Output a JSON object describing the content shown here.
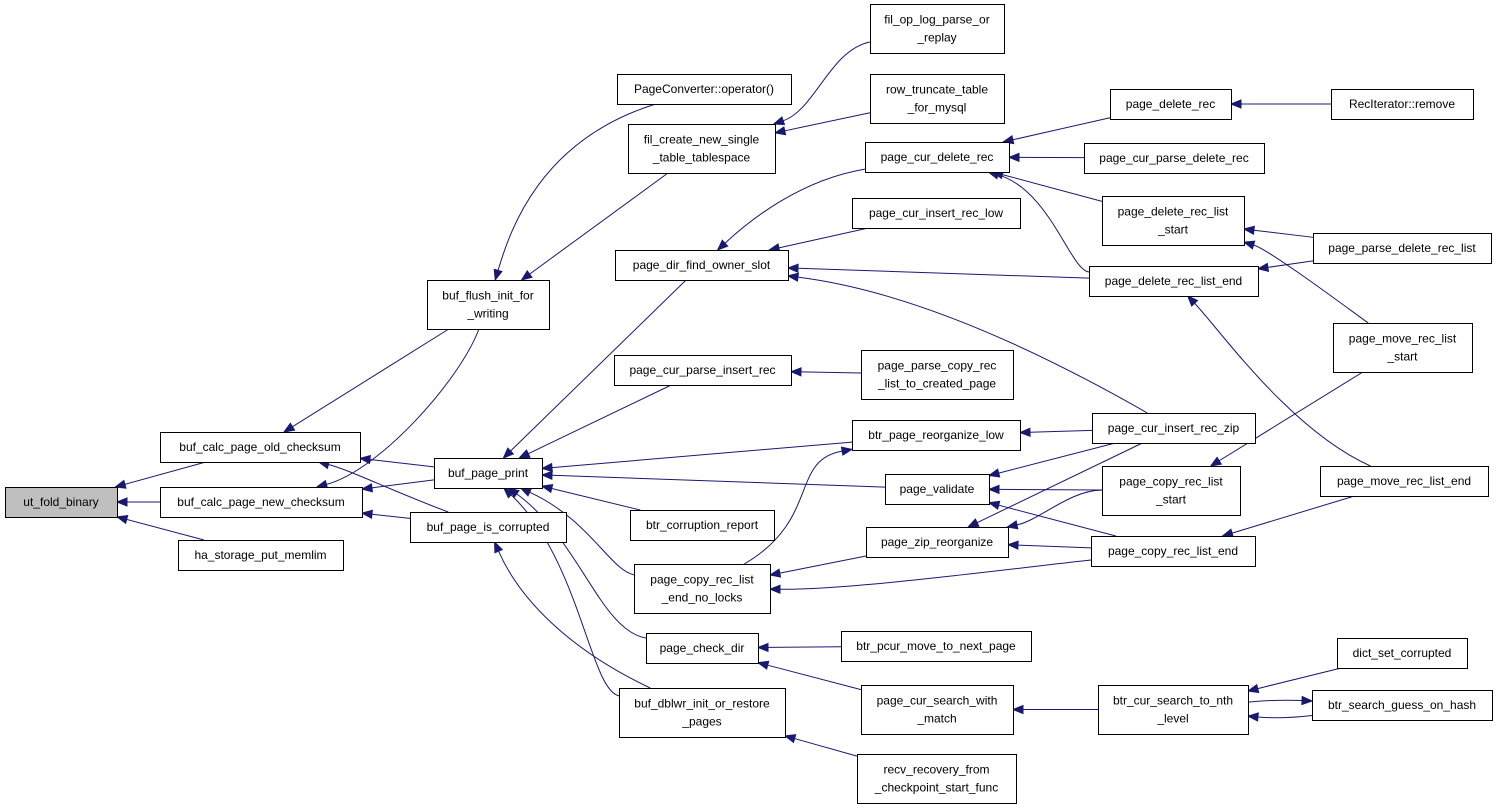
{
  "diagram": {
    "root": "ut_fold_binary",
    "nodes": [
      {
        "id": "ut_fold_binary",
        "lines": [
          "ut_fold_binary"
        ]
      },
      {
        "id": "buf_calc_page_old_checksum",
        "lines": [
          "buf_calc_page_old_checksum"
        ]
      },
      {
        "id": "buf_calc_page_new_checksum",
        "lines": [
          "buf_calc_page_new_checksum"
        ]
      },
      {
        "id": "ha_storage_put_memlim",
        "lines": [
          "ha_storage_put_memlim"
        ]
      },
      {
        "id": "buf_flush_init_for_writing",
        "lines": [
          "buf_flush_init_for",
          "_writing"
        ]
      },
      {
        "id": "buf_page_print",
        "lines": [
          "buf_page_print"
        ]
      },
      {
        "id": "buf_page_is_corrupted",
        "lines": [
          "buf_page_is_corrupted"
        ]
      },
      {
        "id": "PageConverter_operator",
        "lines": [
          "PageConverter::operator()"
        ]
      },
      {
        "id": "fil_create_new_single_table_tablespace",
        "lines": [
          "fil_create_new_single",
          "_table_tablespace"
        ]
      },
      {
        "id": "fil_op_log_parse_or_replay",
        "lines": [
          "fil_op_log_parse_or",
          "_replay"
        ]
      },
      {
        "id": "row_truncate_table_for_mysql",
        "lines": [
          "row_truncate_table",
          "_for_mysql"
        ]
      },
      {
        "id": "page_dir_find_owner_slot",
        "lines": [
          "page_dir_find_owner_slot"
        ]
      },
      {
        "id": "page_cur_parse_insert_rec",
        "lines": [
          "page_cur_parse_insert_rec"
        ]
      },
      {
        "id": "btr_corruption_report",
        "lines": [
          "btr_corruption_report"
        ]
      },
      {
        "id": "page_copy_rec_list_end_no_locks",
        "lines": [
          "page_copy_rec_list",
          "_end_no_locks"
        ]
      },
      {
        "id": "page_check_dir",
        "lines": [
          "page_check_dir"
        ]
      },
      {
        "id": "buf_dblwr_init_or_restore_pages",
        "lines": [
          "buf_dblwr_init_or_restore",
          "_pages"
        ]
      },
      {
        "id": "page_cur_delete_rec",
        "lines": [
          "page_cur_delete_rec"
        ]
      },
      {
        "id": "page_cur_insert_rec_low",
        "lines": [
          "page_cur_insert_rec_low"
        ]
      },
      {
        "id": "page_parse_copy_rec_list_to_created_page",
        "lines": [
          "page_parse_copy_rec",
          "_list_to_created_page"
        ]
      },
      {
        "id": "btr_page_reorganize_low",
        "lines": [
          "btr_page_reorganize_low"
        ]
      },
      {
        "id": "page_validate",
        "lines": [
          "page_validate"
        ]
      },
      {
        "id": "page_zip_reorganize",
        "lines": [
          "page_zip_reorganize"
        ]
      },
      {
        "id": "btr_pcur_move_to_next_page",
        "lines": [
          "btr_pcur_move_to_next_page"
        ]
      },
      {
        "id": "page_cur_search_with_match",
        "lines": [
          "page_cur_search_with",
          "_match"
        ]
      },
      {
        "id": "recv_recovery_from_checkpoint_start_func",
        "lines": [
          "recv_recovery_from",
          "_checkpoint_start_func"
        ]
      },
      {
        "id": "page_delete_rec",
        "lines": [
          "page_delete_rec"
        ]
      },
      {
        "id": "page_cur_parse_delete_rec",
        "lines": [
          "page_cur_parse_delete_rec"
        ]
      },
      {
        "id": "page_delete_rec_list_start",
        "lines": [
          "page_delete_rec_list",
          "_start"
        ]
      },
      {
        "id": "page_delete_rec_list_end",
        "lines": [
          "page_delete_rec_list_end"
        ]
      },
      {
        "id": "page_cur_insert_rec_zip",
        "lines": [
          "page_cur_insert_rec_zip"
        ]
      },
      {
        "id": "page_copy_rec_list_start",
        "lines": [
          "page_copy_rec_list",
          "_start"
        ]
      },
      {
        "id": "page_copy_rec_list_end",
        "lines": [
          "page_copy_rec_list_end"
        ]
      },
      {
        "id": "btr_cur_search_to_nth_level",
        "lines": [
          "btr_cur_search_to_nth",
          "_level"
        ]
      },
      {
        "id": "RecIterator_remove",
        "lines": [
          "RecIterator::remove"
        ]
      },
      {
        "id": "page_parse_delete_rec_list",
        "lines": [
          "page_parse_delete_rec_list"
        ]
      },
      {
        "id": "page_move_rec_list_start",
        "lines": [
          "page_move_rec_list",
          "_start"
        ]
      },
      {
        "id": "page_move_rec_list_end",
        "lines": [
          "page_move_rec_list_end"
        ]
      },
      {
        "id": "dict_set_corrupted",
        "lines": [
          "dict_set_corrupted"
        ]
      },
      {
        "id": "btr_search_guess_on_hash",
        "lines": [
          "btr_search_guess_on_hash"
        ]
      }
    ],
    "edges": [
      {
        "from": "buf_calc_page_old_checksum",
        "to": "ut_fold_binary"
      },
      {
        "from": "buf_calc_page_new_checksum",
        "to": "ut_fold_binary"
      },
      {
        "from": "ha_storage_put_memlim",
        "to": "ut_fold_binary"
      },
      {
        "from": "buf_flush_init_for_writing",
        "to": "buf_calc_page_old_checksum"
      },
      {
        "from": "buf_page_print",
        "to": "buf_calc_page_old_checksum"
      },
      {
        "from": "buf_page_is_corrupted",
        "to": "buf_calc_page_old_checksum"
      },
      {
        "from": "buf_flush_init_for_writing",
        "to": "buf_calc_page_new_checksum"
      },
      {
        "from": "buf_page_print",
        "to": "buf_calc_page_new_checksum"
      },
      {
        "from": "buf_page_is_corrupted",
        "to": "buf_calc_page_new_checksum"
      },
      {
        "from": "PageConverter_operator",
        "to": "buf_flush_init_for_writing"
      },
      {
        "from": "fil_create_new_single_table_tablespace",
        "to": "buf_flush_init_for_writing"
      },
      {
        "from": "fil_op_log_parse_or_replay",
        "to": "fil_create_new_single_table_tablespace"
      },
      {
        "from": "row_truncate_table_for_mysql",
        "to": "fil_create_new_single_table_tablespace"
      },
      {
        "from": "page_dir_find_owner_slot",
        "to": "buf_page_print"
      },
      {
        "from": "page_cur_parse_insert_rec",
        "to": "buf_page_print"
      },
      {
        "from": "btr_page_reorganize_low",
        "to": "buf_page_print"
      },
      {
        "from": "page_validate",
        "to": "buf_page_print"
      },
      {
        "from": "btr_corruption_report",
        "to": "buf_page_print"
      },
      {
        "from": "page_copy_rec_list_end_no_locks",
        "to": "buf_page_print"
      },
      {
        "from": "page_check_dir",
        "to": "buf_page_print"
      },
      {
        "from": "buf_dblwr_init_or_restore_pages",
        "to": "buf_page_print"
      },
      {
        "from": "buf_dblwr_init_or_restore_pages",
        "to": "buf_page_is_corrupted"
      },
      {
        "from": "page_cur_delete_rec",
        "to": "page_dir_find_owner_slot"
      },
      {
        "from": "page_cur_insert_rec_low",
        "to": "page_dir_find_owner_slot"
      },
      {
        "from": "page_delete_rec_list_end",
        "to": "page_dir_find_owner_slot"
      },
      {
        "from": "page_cur_insert_rec_zip",
        "to": "page_dir_find_owner_slot"
      },
      {
        "from": "page_parse_copy_rec_list_to_created_page",
        "to": "page_cur_parse_insert_rec"
      },
      {
        "from": "page_cur_insert_rec_zip",
        "to": "btr_page_reorganize_low"
      },
      {
        "from": "page_copy_rec_list_end_no_locks",
        "to": "btr_page_reorganize_low"
      },
      {
        "from": "page_cur_insert_rec_zip",
        "to": "page_validate"
      },
      {
        "from": "page_copy_rec_list_start",
        "to": "page_validate"
      },
      {
        "from": "page_copy_rec_list_end",
        "to": "page_validate"
      },
      {
        "from": "page_cur_insert_rec_zip",
        "to": "page_zip_reorganize"
      },
      {
        "from": "page_copy_rec_list_start",
        "to": "page_zip_reorganize"
      },
      {
        "from": "page_copy_rec_list_end",
        "to": "page_zip_reorganize"
      },
      {
        "from": "page_zip_reorganize",
        "to": "page_copy_rec_list_end_no_locks"
      },
      {
        "from": "page_copy_rec_list_end",
        "to": "page_copy_rec_list_end_no_locks"
      },
      {
        "from": "btr_pcur_move_to_next_page",
        "to": "page_check_dir"
      },
      {
        "from": "page_cur_search_with_match",
        "to": "page_check_dir"
      },
      {
        "from": "btr_cur_search_to_nth_level",
        "to": "page_cur_search_with_match"
      },
      {
        "from": "recv_recovery_from_checkpoint_start_func",
        "to": "buf_dblwr_init_or_restore_pages"
      },
      {
        "from": "page_delete_rec",
        "to": "page_cur_delete_rec"
      },
      {
        "from": "page_cur_parse_delete_rec",
        "to": "page_cur_delete_rec"
      },
      {
        "from": "page_delete_rec_list_start",
        "to": "page_cur_delete_rec"
      },
      {
        "from": "page_delete_rec_list_end",
        "to": "page_cur_delete_rec"
      },
      {
        "from": "RecIterator_remove",
        "to": "page_delete_rec"
      },
      {
        "from": "page_parse_delete_rec_list",
        "to": "page_delete_rec_list_start"
      },
      {
        "from": "page_move_rec_list_start",
        "to": "page_delete_rec_list_start"
      },
      {
        "from": "page_parse_delete_rec_list",
        "to": "page_delete_rec_list_end"
      },
      {
        "from": "page_move_rec_list_end",
        "to": "page_delete_rec_list_end"
      },
      {
        "from": "page_move_rec_list_start",
        "to": "page_copy_rec_list_start"
      },
      {
        "from": "page_move_rec_list_end",
        "to": "page_copy_rec_list_end"
      },
      {
        "from": "dict_set_corrupted",
        "to": "btr_cur_search_to_nth_level"
      },
      {
        "from": "btr_search_guess_on_hash",
        "to": "btr_cur_search_to_nth_level"
      },
      {
        "from": "btr_cur_search_to_nth_level",
        "to": "btr_search_guess_on_hash"
      }
    ]
  },
  "colors": {
    "edge": "#191970",
    "root_fill": "#bfbfbf",
    "node_fill": "#ffffff",
    "node_border": "#000000"
  }
}
